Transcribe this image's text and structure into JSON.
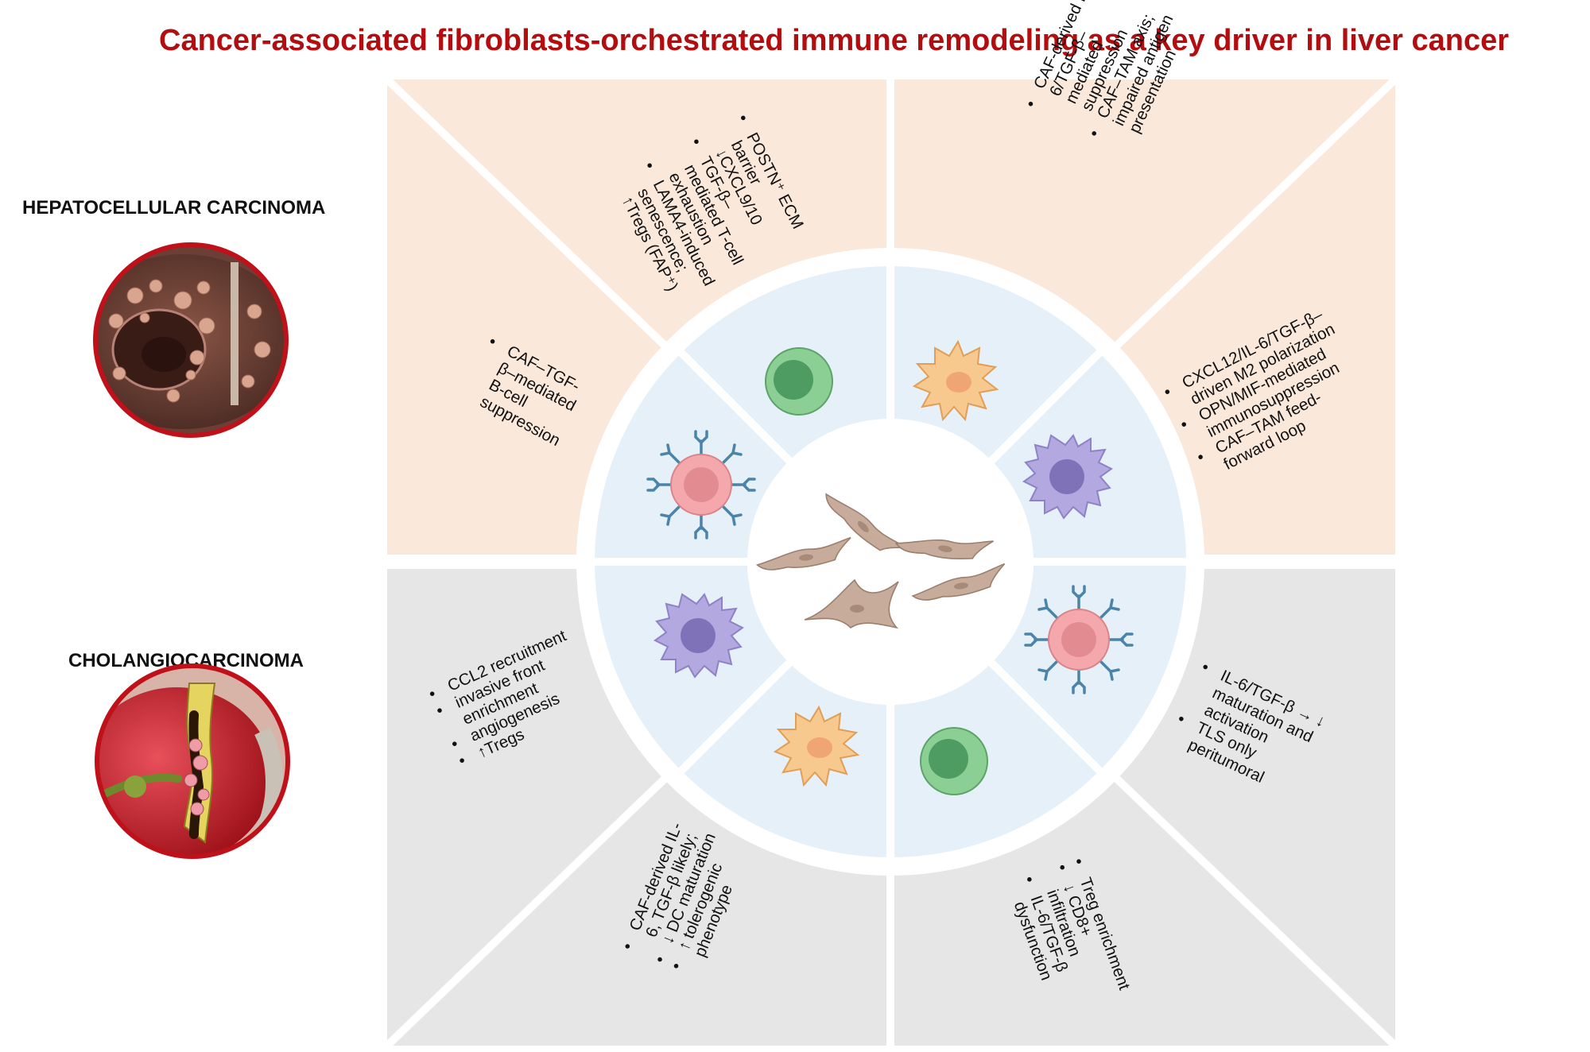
{
  "title": "Cancer-associated fibroblasts-orchestrated immune remodeling as a key driver in liver cancer",
  "sections": {
    "hcc": {
      "label": "HEPATOCELLULAR CARCINOMA"
    },
    "cca": {
      "label": "CHOLANGIOCARCINOMA"
    }
  },
  "panels": {
    "hcc_tcell": [
      "POSTN⁺ ECM",
      "barrier",
      "↓CXCL9/10",
      "TGF-β–",
      "mediated T-cell",
      "exhaustion",
      "LAMA4-induced",
      "senescence;",
      "↑Tregs (FAP⁺)"
    ],
    "hcc_dc": [
      "CAF-derived   IL-",
      "6/TGF-β–",
      "mediated",
      "suppression",
      "CAF–TAM   axis;",
      "impaired   antigen",
      "presentation"
    ],
    "hcc_bcell": [
      "CAF–TGF-",
      "β–mediated",
      "B-cell",
      "suppression"
    ],
    "hcc_tam": [
      "CXCL12/IL-6/TGF-β–",
      "driven M2 polarization",
      "OPN/MIF-mediated",
      "immunosuppression",
      "CAF–TAM           feed-",
      "forward loop"
    ],
    "cca_tam": [
      "CCL2 recruitment",
      "invasive front",
      "enrichment",
      "angiogenesis",
      "↑Tregs"
    ],
    "cca_bcell": [
      "IL-6/TGF-β → ↓",
      "maturation and",
      "activation",
      "TLS only",
      "peritumoral"
    ],
    "cca_dc": [
      "CAF-derived IL-",
      "6, TGF-β likely;",
      "↓ DC maturation",
      "↑ tolerogenic",
      "phenotype"
    ],
    "cca_tcell": [
      "Treg enrichment",
      "↓ CD8+",
      "infiltration",
      "IL-6/TGF-β",
      "dysfunction"
    ]
  },
  "colors": {
    "title": "#b30d10",
    "hcc_panel": "#fae8db",
    "cca_panel": "#e6e6e6",
    "ring": "#e6f0f9",
    "tcell": "#8ccf94",
    "bcell": "#f4a8ac",
    "macrophage": "#b3a8e0",
    "dc": "#f7c98f",
    "fibroblast": "#c7ab9b",
    "tumor_outline": "#c0111a"
  },
  "icons": [
    "hcc-liver-icon",
    "cca-liver-icon",
    "t-cell-icon",
    "b-cell-icon",
    "macrophage-icon",
    "dendritic-cell-icon",
    "fibroblast-icon"
  ]
}
